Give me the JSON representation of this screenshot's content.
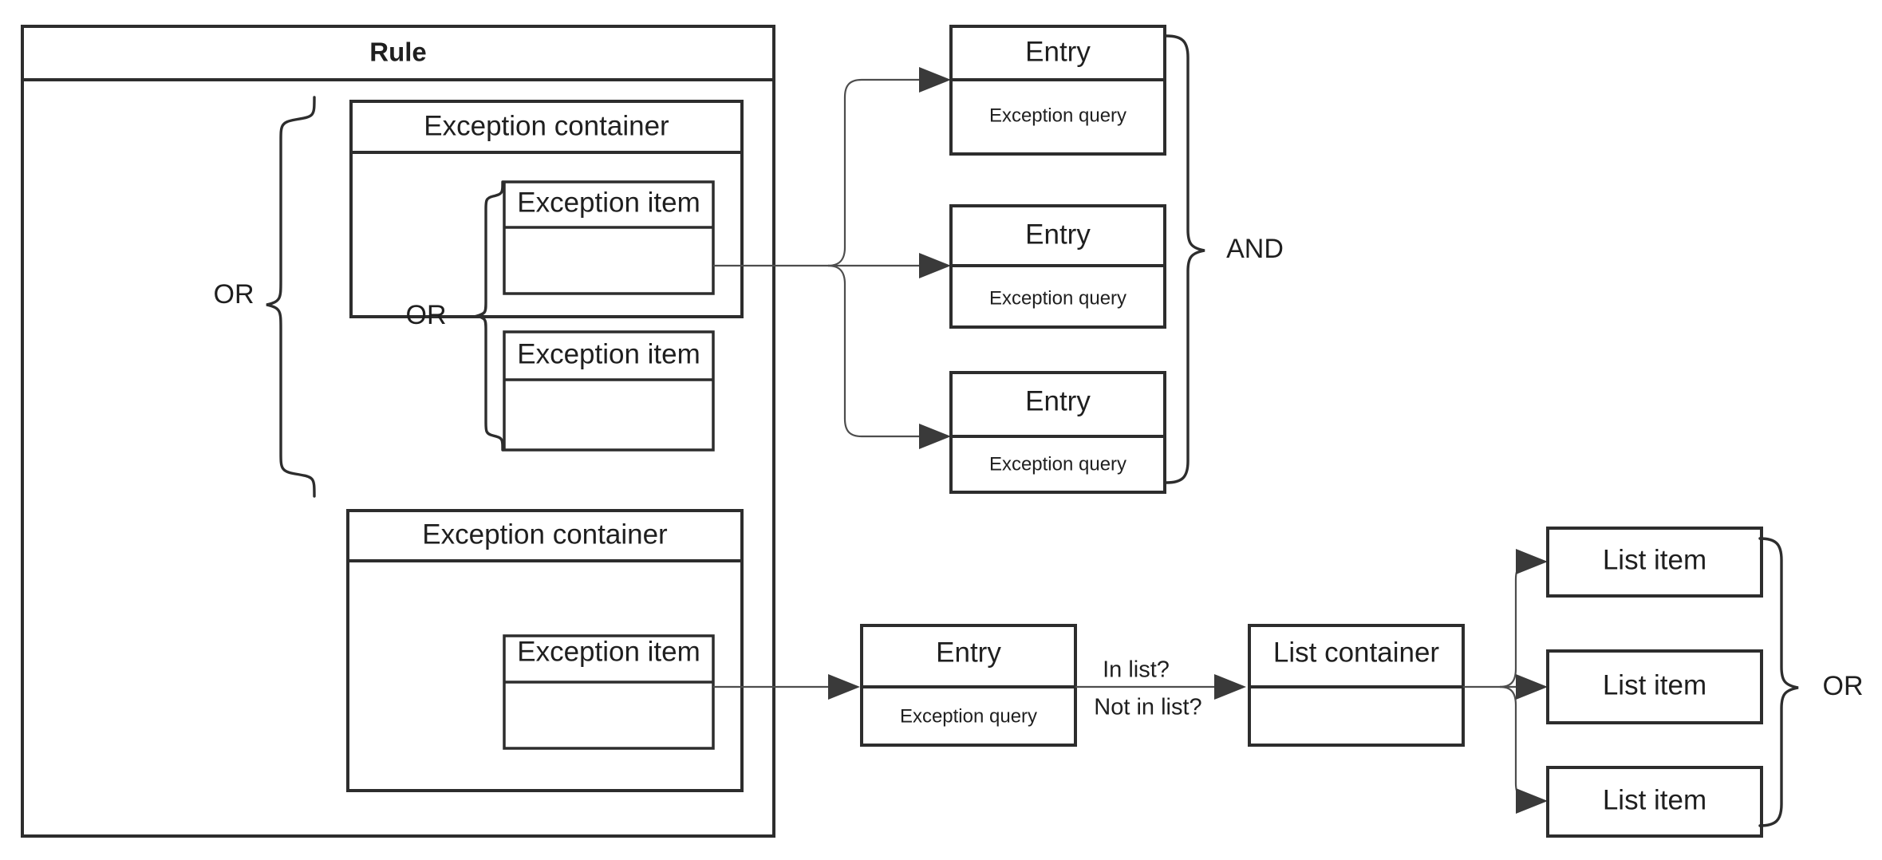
{
  "diagram": {
    "title": "Rule",
    "rule": {
      "label": "Rule"
    },
    "exception_containers": [
      {
        "label": "Exception container",
        "operator": "OR",
        "items": [
          {
            "label": "Exception item"
          },
          {
            "label": "Exception item"
          }
        ]
      },
      {
        "label": "Exception container",
        "items": [
          {
            "label": "Exception item"
          }
        ]
      }
    ],
    "outer_operator": "OR",
    "entries_group": {
      "operator": "AND",
      "entries": [
        {
          "title": "Entry",
          "subtitle": "Exception query"
        },
        {
          "title": "Entry",
          "subtitle": "Exception query"
        },
        {
          "title": "Entry",
          "subtitle": "Exception query"
        }
      ]
    },
    "list_branch": {
      "entry": {
        "title": "Entry",
        "subtitle": "Exception query"
      },
      "edge_labels": [
        "In list?",
        "Not in list?"
      ],
      "list_container": {
        "title": "List container"
      },
      "operator": "OR",
      "list_items": [
        {
          "label": "List item"
        },
        {
          "label": "List item"
        },
        {
          "label": "List item"
        }
      ]
    },
    "colors": {
      "stroke": "#2d2d2d",
      "connector": "#4d4d4d",
      "text": "#1f1f1f",
      "background": "#ffffff"
    }
  }
}
